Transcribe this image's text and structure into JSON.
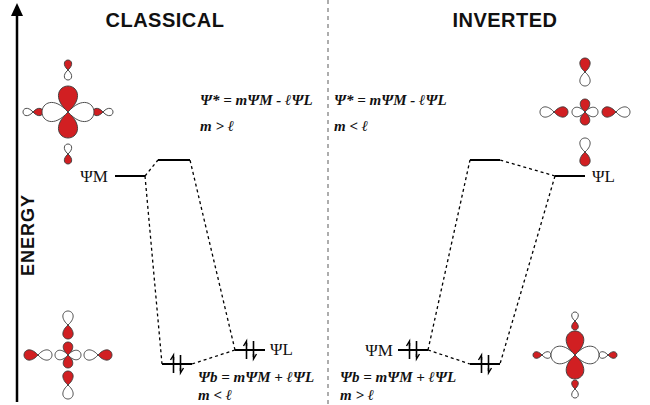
{
  "diagram": {
    "labels": [
      "CLASSICAL",
      "INVERTED",
      "ENERGY",
      "ΨM",
      "Ψ* = mΨM - ℓΨL",
      "m > ℓ",
      "ΨL",
      "Ψb = mΨM + ℓΨL",
      "m < ℓ",
      "Ψ* = mΨM - ℓΨL",
      "m < ℓ",
      "ΨL",
      "ΨM",
      "Ψb = mΨM + ℓΨL",
      "m > ℓ"
    ]
  }
}
